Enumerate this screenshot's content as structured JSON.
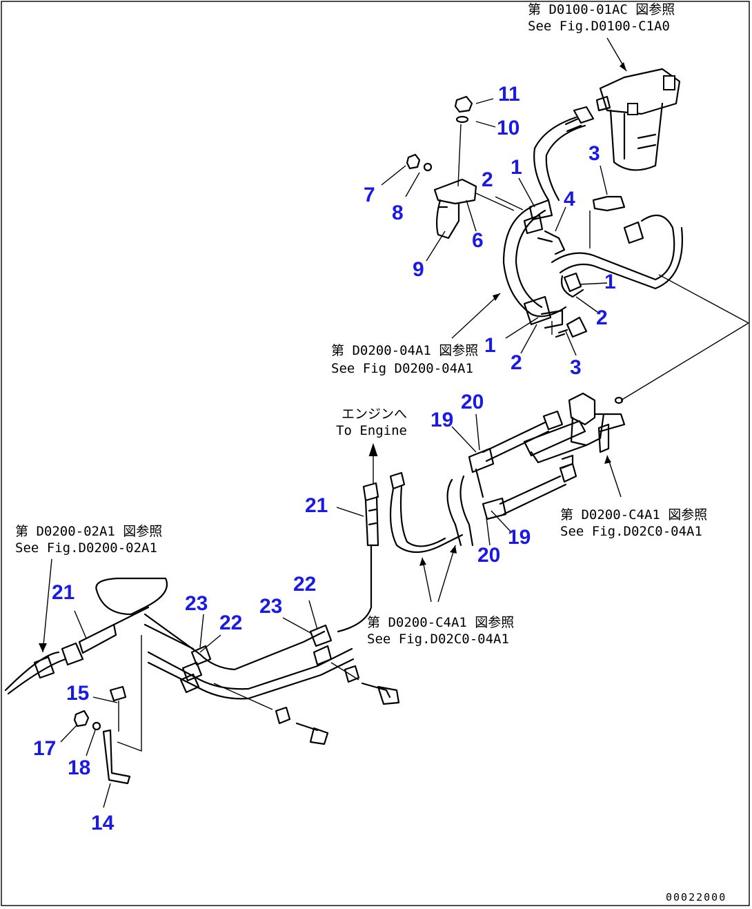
{
  "colors": {
    "callout": "#1a1ae6",
    "line": "#000000",
    "background": "#ffffff"
  },
  "references": {
    "fig_d0100_01ac": {
      "jp": "第 D0100-01AC 図参照",
      "en": "See Fig.D0100-C1A0"
    },
    "fig_d0200_04a1_upper": {
      "jp": "第 D0200-04A1 図参照",
      "en": "See Fig D0200-04A1"
    },
    "to_engine": {
      "jp": "エンジンへ",
      "en": "To Engine"
    },
    "fig_d0200_c4a1_right": {
      "jp": "第 D0200-C4A1 図参照",
      "en": "See Fig.D02C0-04A1"
    },
    "fig_d0200_02a1": {
      "jp": "第 D0200-02A1 図参照",
      "en": "See Fig.D0200-02A1"
    },
    "fig_d0200_c4a1_lower": {
      "jp": "第 D0200-C4A1 図参照",
      "en": "See Fig.D02C0-04A1"
    }
  },
  "callouts": [
    "11",
    "10",
    "1",
    "2",
    "3",
    "4",
    "7",
    "8",
    "6",
    "9",
    "1",
    "2",
    "1",
    "2",
    "3",
    "20",
    "19",
    "21",
    "19",
    "20",
    "21",
    "22",
    "23",
    "23",
    "22",
    "15",
    "17",
    "18",
    "14"
  ],
  "drawing_code": "00022000"
}
